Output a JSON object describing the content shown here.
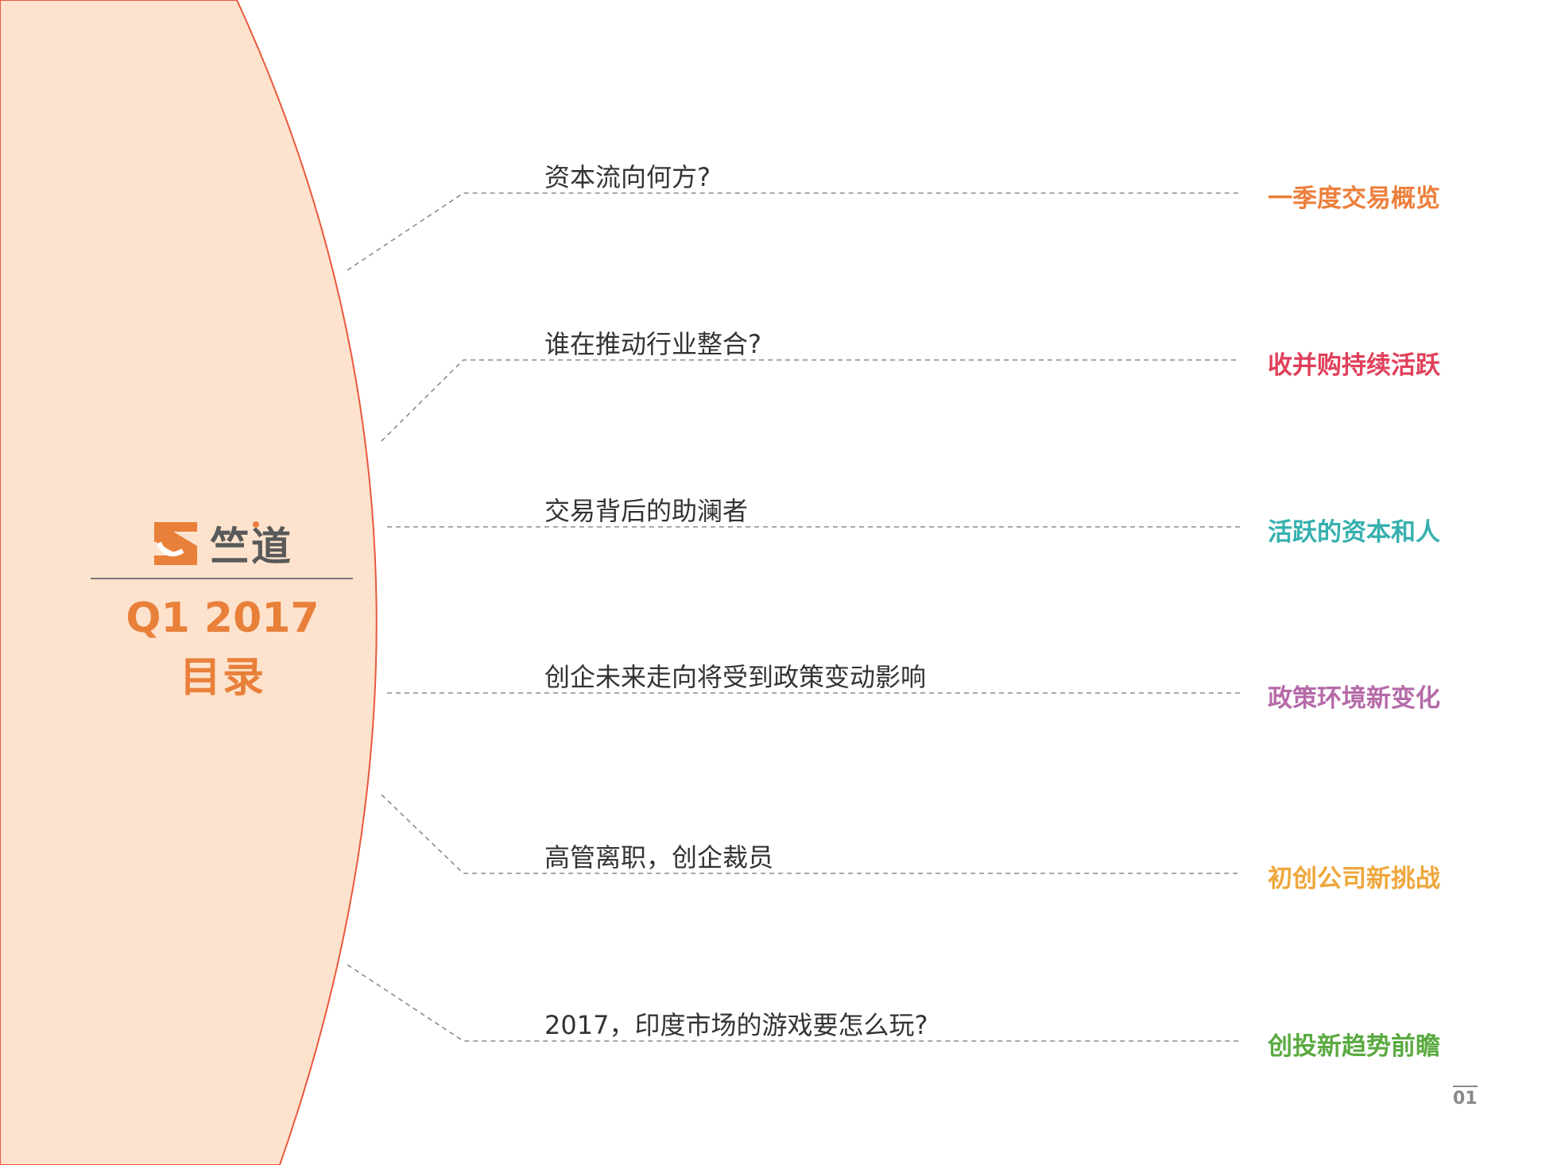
{
  "brand": {
    "logo_name": "竺道",
    "logo_icon": "zhudao-logo-icon",
    "accent_color": "#e8803a",
    "panel_color": "#fde3cd"
  },
  "cover": {
    "period": "Q1 2017",
    "label": "目录"
  },
  "toc": [
    {
      "question": "资本流向何方?",
      "tag": "一季度交易概览",
      "color": "#ec7f3b"
    },
    {
      "question": "谁在推动行业整合?",
      "tag": "收并购持续活跃",
      "color": "#e0405a"
    },
    {
      "question": "交易背后的助澜者",
      "tag": "活跃的资本和人",
      "color": "#36b0ae"
    },
    {
      "question": "创企未来走向将受到政策变动影响",
      "tag": "政策环境新变化",
      "color": "#b56aa8"
    },
    {
      "question": "高管离职，创企裁员",
      "tag": "初创公司新挑战",
      "color": "#eea73c"
    },
    {
      "question": "2017，印度市场的游戏要怎么玩?",
      "tag": "创投新趋势前瞻",
      "color": "#5aaa40"
    }
  ],
  "page_number": "01"
}
